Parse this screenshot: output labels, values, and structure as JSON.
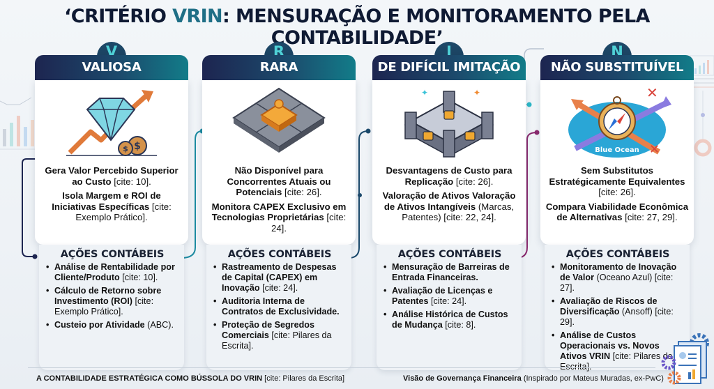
{
  "title": {
    "prefix": "‘CRITÉRIO ",
    "accent": "VRIN",
    "suffix": ": MENSURAÇÃO E MONITORAMENTO PELA CONTABILIDADE’"
  },
  "colors": {
    "header_start": "#1d2550",
    "header_end": "#127c89",
    "badge_letter": "#4fd0d6",
    "accent": "#1f6f86"
  },
  "cards": [
    {
      "letter": "V",
      "title": "VALIOSA",
      "illustration": "diamond-growth-icon",
      "desc": [
        {
          "bold": "Gera Valor Percebido Superior ao Custo",
          "cite": " [cite: 10]."
        },
        {
          "bold": "Isola Margem e ROI de Iniciativas Específicas",
          "cite": " [cite: Exemplo Prático]."
        }
      ],
      "actions_title": "AÇÕES CONTÁBEIS",
      "actions": [
        {
          "bold": "Análise de Rentabilidade por Cliente/Produto",
          "rest": " [cite: 10]."
        },
        {
          "bold": "Cálculo de Retorno sobre Investimento (ROI)",
          "rest": " [cite: Exemplo Prático]."
        },
        {
          "bold": "Custeio por Atividade",
          "rest": " (ABC)."
        }
      ]
    },
    {
      "letter": "R",
      "title": "RARA",
      "illustration": "puzzle-piece-icon",
      "desc": [
        {
          "bold": "Não Disponível para Concorrentes Atuais ou Potenciais",
          "cite": " [cite: 26]."
        },
        {
          "bold": "Monitora CAPEX Exclusivo em Tecnologias Proprietárias",
          "cite": " [cite: 24]."
        }
      ],
      "actions_title": "AÇÕES CONTÁBEIS",
      "actions": [
        {
          "bold": "Rastreamento de Despesas de Capital (CAPEX) em Inovação",
          "rest": " [cite: 24]."
        },
        {
          "bold": "Auditoria Interna de Contratos de Exclusividade.",
          "rest": ""
        },
        {
          "bold": "Proteção de Segredos Comerciais",
          "rest": " [cite: Pilares da Escrita]."
        }
      ]
    },
    {
      "letter": "I",
      "title": "DE DIFÍCIL IMITAÇÃO",
      "illustration": "locked-castle-icon",
      "desc": [
        {
          "bold": "Desvantagens de Custo para Replicação",
          "cite": " [cite: 26]."
        },
        {
          "bold": "Valoração de Ativos Valoração de Ativos Intangíveis",
          "cite": " (Marcas, Patentes) [cite: 22, 24]."
        }
      ],
      "actions_title": "AÇÕES CONTÁBEIS",
      "actions": [
        {
          "bold": "Mensuração de Barreiras de Entrada Financeiras.",
          "rest": ""
        },
        {
          "bold": "Avaliação de Licenças e Patentes",
          "rest": " [cite: 24]."
        },
        {
          "bold": "Análise Histórica de Custos de Mudança",
          "rest": " [cite: 8]."
        }
      ]
    },
    {
      "letter": "N",
      "title": "NÃO SUBSTITUÍVEL",
      "illustration": "compass-blue-ocean-icon",
      "illustration_label": "Blue Ocean",
      "desc": [
        {
          "bold": "Sem Substitutos Estratégicamente Equivalentes",
          "cite": " [cite: 26]."
        },
        {
          "bold": "Compara Viabilidade Econômica de Alternativas",
          "cite": " [cite: 27, 29]."
        }
      ],
      "actions_title": "AÇÕES CONTÁBEIS",
      "actions": [
        {
          "bold": "Monitoramento de Inovação de Valor",
          "rest": " (Oceano Azul) [cite: 27]."
        },
        {
          "bold": "Avaliação de Riscos de Diversificação",
          "rest": " (Ansoff) [cite: 29]."
        },
        {
          "bold": "Análise de Custos Operacionais vs. Novos Ativos VRIN",
          "rest": " [cite: Pilares da Escrita]."
        }
      ]
    }
  ],
  "footer": {
    "left_bold": "A CONTABILIDADE ESTRATÉGICA COMO BÚSSOLA DO VRIN",
    "left_rest": " [cite: Pilares da Escrita]",
    "right_bold": "Visão de Governança Financeira",
    "right_rest": " (Inspirado por Mateus Muradas, ex-PwC)"
  }
}
